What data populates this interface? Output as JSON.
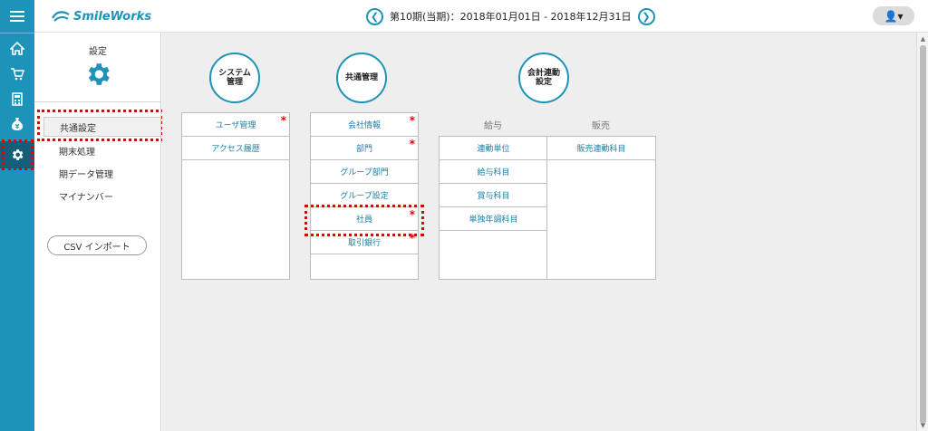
{
  "rail": {
    "items": [
      {
        "name": "menu-icon",
        "glyph": "☰"
      },
      {
        "name": "home-icon",
        "glyph": "⌂"
      },
      {
        "name": "cart-icon",
        "glyph": "🛒"
      },
      {
        "name": "calculator-icon",
        "glyph": "▦"
      },
      {
        "name": "money-bag-icon",
        "glyph": "¥"
      },
      {
        "name": "gear-icon",
        "glyph": "⚙"
      }
    ]
  },
  "header": {
    "logo_text": "SmileWorks",
    "period_text": "第10期(当期)：2018年01月01日 - 2018年12月31日",
    "prev_glyph": "❮",
    "next_glyph": "❯",
    "user_glyph": "👤▾"
  },
  "panel": {
    "title": "設定",
    "menu": [
      {
        "label": "共通設定",
        "active": true
      },
      {
        "label": "期末処理",
        "active": false
      },
      {
        "label": "期データ管理",
        "active": false
      },
      {
        "label": "マイナンバー",
        "active": false
      }
    ],
    "csv_label": "CSV インポート"
  },
  "main": {
    "system": {
      "title_line1": "システム",
      "title_line2": "管理",
      "items": [
        {
          "label": "ユーザ管理",
          "required": "*"
        },
        {
          "label": "アクセス履歴",
          "required": ""
        }
      ]
    },
    "common": {
      "title": "共通管理",
      "items": [
        {
          "label": "会社情報",
          "required": "*"
        },
        {
          "label": "部門",
          "required": "*"
        },
        {
          "label": "グループ部門",
          "required": ""
        },
        {
          "label": "グループ設定",
          "required": ""
        },
        {
          "label": "社員",
          "required": "*"
        },
        {
          "label": "取引銀行",
          "required": "*"
        }
      ]
    },
    "accounting": {
      "title_line1": "会計連動",
      "title_line2": "設定",
      "payroll_head": "給与",
      "sales_head": "販売",
      "payroll_items": [
        "連動単位",
        "給与科目",
        "賞与科目",
        "単独年調科目"
      ],
      "sales_items": [
        "販売連動科目"
      ]
    }
  },
  "colors": {
    "brand": "#1c93b9",
    "highlight": "#e00000",
    "required": "#ee0000"
  }
}
